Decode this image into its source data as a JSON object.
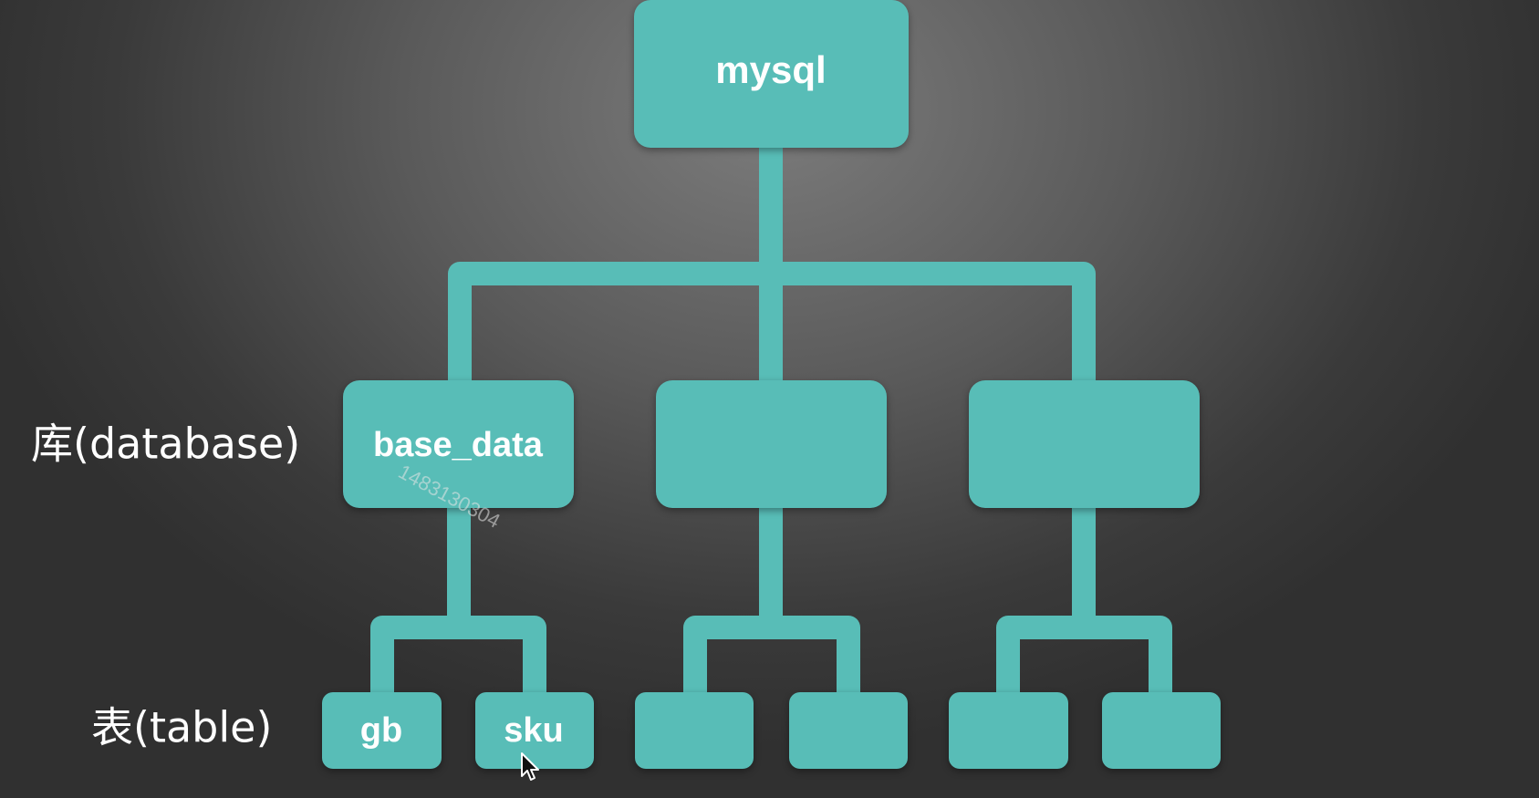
{
  "diagram": {
    "root": {
      "label": "mysql"
    },
    "databases": [
      {
        "label": "base_data",
        "tables": [
          {
            "label": "gb"
          },
          {
            "label": "sku"
          }
        ]
      },
      {
        "label": "",
        "tables": [
          {
            "label": ""
          },
          {
            "label": ""
          }
        ]
      },
      {
        "label": "",
        "tables": [
          {
            "label": ""
          },
          {
            "label": ""
          }
        ]
      }
    ],
    "row_labels": {
      "database": "库(database)",
      "table": "表(table)"
    },
    "watermark": "1483130304"
  },
  "colors": {
    "node": "#58bdb7",
    "text": "#ffffff"
  },
  "icons": {
    "cursor": "mouse-pointer-icon"
  }
}
